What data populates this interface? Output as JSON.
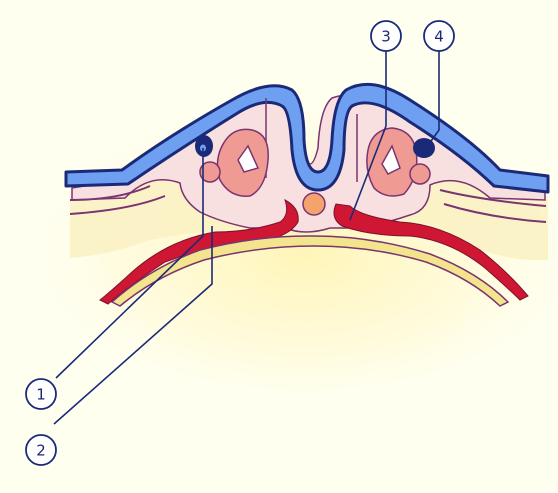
{
  "diagram": {
    "colors": {
      "background": "#fffff0",
      "glow": "#fff7c9",
      "skin_blue": "#6e9ff0",
      "outline_navy": "#1b2a78",
      "tissue_pink": "#f6dcdc",
      "somite_pink": "#ef9a93",
      "aorta_red": "#cf1734",
      "notochord_orange": "#f4a36d",
      "endoderm_yellow": "#f3e48e"
    },
    "callouts": [
      {
        "number": "1"
      },
      {
        "number": "2"
      },
      {
        "number": "3"
      },
      {
        "number": "4"
      }
    ]
  }
}
